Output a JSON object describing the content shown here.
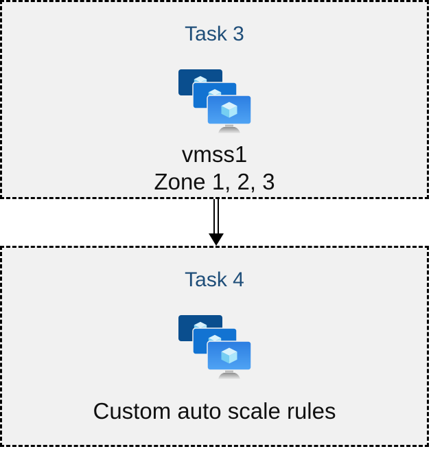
{
  "diagram": {
    "boxes": [
      {
        "title": "Task 3",
        "icon": "vmss-icon",
        "lines": [
          "vmss1",
          "Zone 1, 2, 3"
        ]
      },
      {
        "title": "Task 4",
        "icon": "vmss-icon",
        "lines": [
          "Custom auto scale rules"
        ]
      }
    ],
    "connector": {
      "style": "double-line-arrow",
      "direction": "down"
    }
  },
  "colors": {
    "box_background": "#f1f1f1",
    "box_border": "#000000",
    "title_text": "#1f4e79",
    "body_text": "#101010",
    "arrow": "#000000",
    "monitor_back": "#0a4e8e",
    "monitor_middle": "#1273d2",
    "monitor_front_top": "#2b7de1",
    "monitor_front_bottom": "#50a4f4",
    "cube_top": "#d8f2fc",
    "cube_left": "#76cef2",
    "cube_right": "#ace7fb"
  }
}
